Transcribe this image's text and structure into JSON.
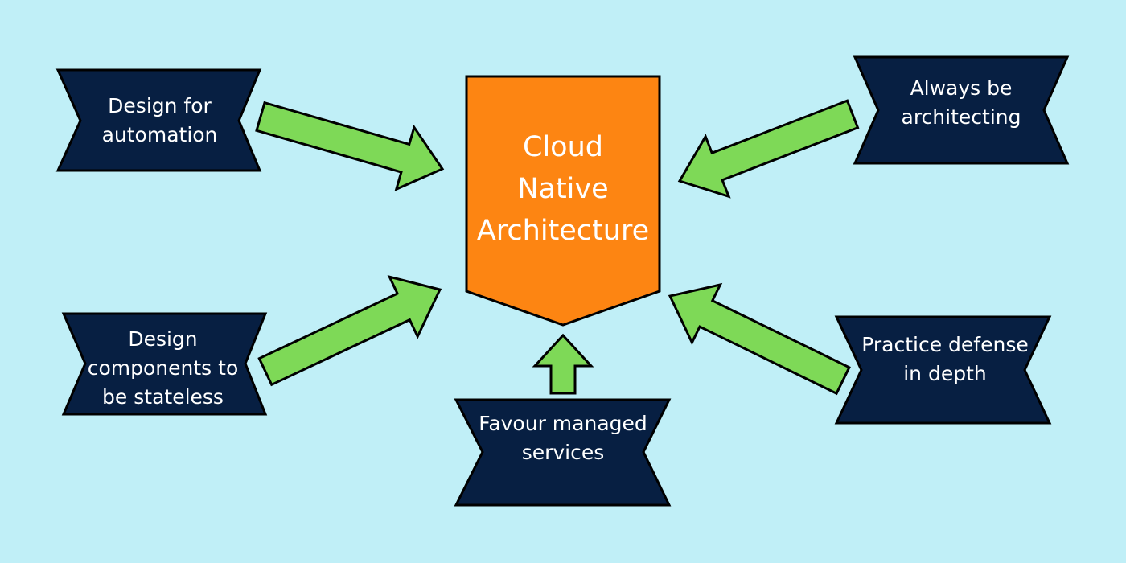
{
  "diagram": {
    "center": {
      "title": "Cloud\nNative\nArchitecture"
    },
    "principles": {
      "design_for_automation": "Design for\nautomation",
      "design_stateless": "Design\ncomponents to\nbe stateless",
      "favour_managed": "Favour managed\nservices",
      "always_architecting": "Always be\narchitecting",
      "defense_in_depth": "Practice defense\nin depth"
    }
  },
  "colors": {
    "background": "#c0eff7",
    "center_fill": "#fd8512",
    "box_fill": "#071f42",
    "arrow_fill": "#7ed957",
    "outline": "#000000",
    "text": "#ffffff"
  }
}
